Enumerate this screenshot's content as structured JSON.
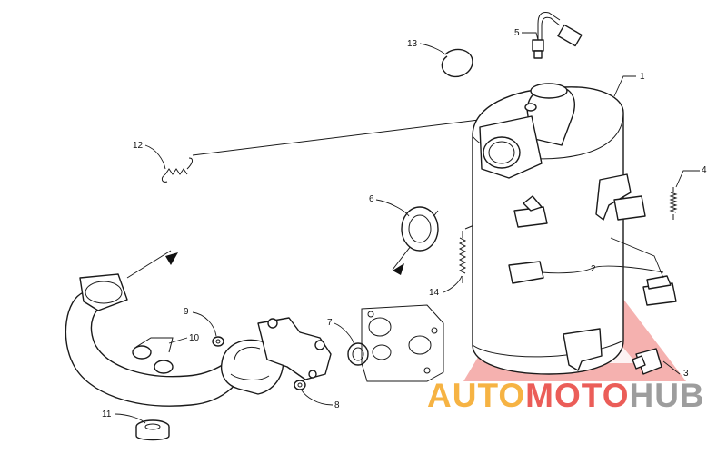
{
  "callouts": [
    {
      "id": "c1",
      "label": "1"
    },
    {
      "id": "c2",
      "label": "2"
    },
    {
      "id": "c3",
      "label": "3"
    },
    {
      "id": "c4",
      "label": "4"
    },
    {
      "id": "c5",
      "label": "5"
    },
    {
      "id": "c6",
      "label": "6"
    },
    {
      "id": "c7",
      "label": "7"
    },
    {
      "id": "c8",
      "label": "8"
    },
    {
      "id": "c9",
      "label": "9"
    },
    {
      "id": "c10",
      "label": "10"
    },
    {
      "id": "c11",
      "label": "11"
    },
    {
      "id": "c12",
      "label": "12"
    },
    {
      "id": "c13",
      "label": "13"
    },
    {
      "id": "c14",
      "label": "14"
    }
  ],
  "watermark": {
    "part1": "AUTO",
    "part2": "MOTO",
    "part3": "HUB",
    "color_orange": "#f5a623",
    "color_red": "#e8413c",
    "color_gray": "#8c8c8c"
  }
}
